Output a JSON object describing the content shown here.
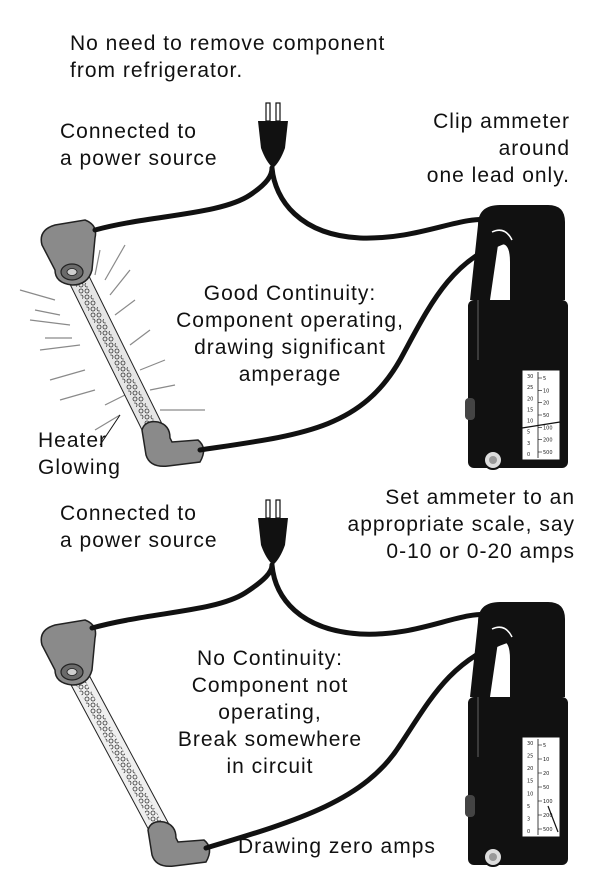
{
  "top_note": "No need to remove component\nfrom refrigerator.",
  "upper": {
    "power_label": "Connected to\na power source",
    "clip_label": "Clip ammeter\naround\none lead only.",
    "status_label": "Good Continuity:\nComponent operating,\ndrawing significant\namperage",
    "heater_label": "Heater\nGlowing"
  },
  "lower": {
    "power_label": "Connected to\na power source",
    "scale_label": "Set ammeter to an\nappropriate scale, say\n0-10 or 0-20 amps",
    "status_label": "No Continuity:\nComponent not\noperating,\nBreak somewhere\nin circuit",
    "reading_label": "Drawing zero amps"
  },
  "meter_scale": {
    "left": [
      "30",
      "25",
      "20",
      "15",
      "10",
      "5",
      "3",
      "0"
    ],
    "right": [
      "5",
      "10",
      "20",
      "50",
      "100",
      "200",
      "500"
    ]
  },
  "colors": {
    "ink": "#111111",
    "tube": "#777777",
    "glow": "#999999",
    "meter_window": "#ffffff"
  }
}
